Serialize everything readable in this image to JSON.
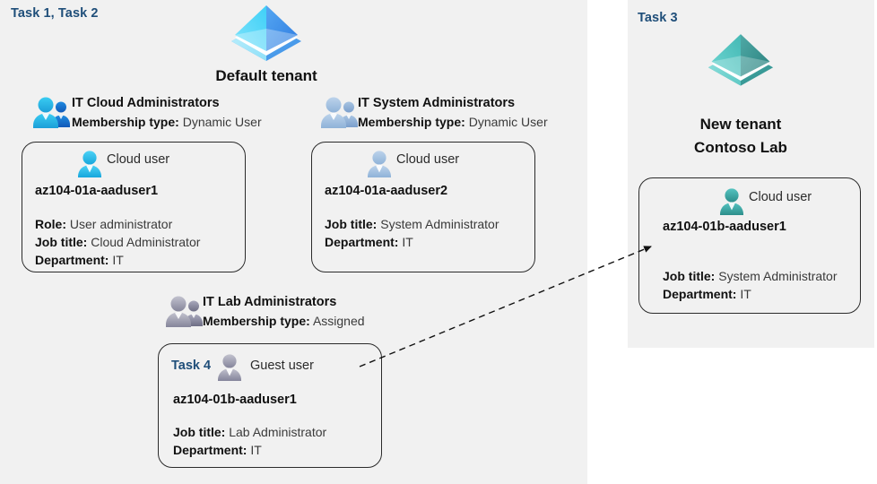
{
  "panels": {
    "default": {
      "task_label": "Task 1, Task 2",
      "tenant_name": "Default tenant",
      "tenant_icon": "azure-ad-tenant-pyramid-icon"
    },
    "new": {
      "task_label": "Task 3",
      "tenant_name_line1": "New  tenant",
      "tenant_name_line2": "Contoso Lab",
      "tenant_icon": "azure-ad-tenant-pyramid-icon"
    }
  },
  "groups": [
    {
      "icon": "group-users-icon",
      "title": "IT Cloud Administrators",
      "membership_label": "Membership type:",
      "membership_value": "Dynamic User"
    },
    {
      "icon": "group-users-icon",
      "title": "IT System Administrators",
      "membership_label": "Membership type:",
      "membership_value": "Dynamic User"
    },
    {
      "icon": "group-users-icon",
      "title": "IT Lab Administrators",
      "membership_label": "Membership type:",
      "membership_value": "Assigned"
    }
  ],
  "cards": [
    {
      "user_type": "Cloud user",
      "user_icon": "cloud-user-icon",
      "id": "az104-01a-aaduser1",
      "attrs": [
        {
          "label": "Role:",
          "value": "User administrator"
        },
        {
          "label": "Job title:",
          "value": "Cloud Administrator"
        },
        {
          "label": "Department:",
          "value": "IT"
        }
      ]
    },
    {
      "user_type": "Cloud user",
      "user_icon": "cloud-user-icon",
      "id": "az104-01a-aaduser2",
      "attrs": [
        {
          "label": "Job title:",
          "value": "System Administrator"
        },
        {
          "label": "Department:",
          "value": "IT"
        }
      ]
    },
    {
      "task_label": "Task 4",
      "user_type": "Guest user",
      "user_icon": "guest-user-icon",
      "id": "az104-01b-aaduser1",
      "attrs": [
        {
          "label": "Job title:",
          "value": "Lab Administrator"
        },
        {
          "label": "Department:",
          "value": "IT"
        }
      ]
    },
    {
      "user_type": "Cloud user",
      "user_icon": "cloud-user-icon",
      "id": "az104-01b-aaduser1",
      "attrs": [
        {
          "label": "Job title:",
          "value": "System Administrator"
        },
        {
          "label": "Department:",
          "value": "IT"
        }
      ]
    }
  ],
  "connector": {
    "name": "guest-user-invite-arrow",
    "style": "dashed-arrow",
    "from": "IT Lab Administrators guest user card",
    "to": "Contoso Lab cloud user card"
  },
  "colors": {
    "panel_background": "#f1f1f1",
    "task_label": "#1F4E79",
    "tenant_blue": "#32BEF0",
    "tenant_blue_dark": "#3E8FE0",
    "tenant_teal": "#4FC3BE",
    "tenant_teal_dark": "#2E8E8A",
    "user_cyan": "#2EC2ED",
    "user_steel": "#9DBDDE",
    "user_teal": "#36A8A5",
    "user_gray": "#9B9BAB",
    "card_border": "#2b2b2b",
    "text": "#111111"
  }
}
